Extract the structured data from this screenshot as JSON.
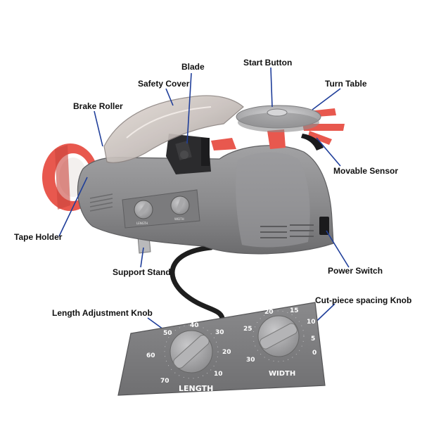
{
  "labels": {
    "blade": "Blade",
    "start_button": "Start Button",
    "safety_cover": "Safety Cover",
    "turn_table": "Turn Table",
    "brake_roller": "Brake Roller",
    "movable_sensor": "Movable Sensor",
    "tape_holder": "Tape Holder",
    "power_switch": "Power Switch",
    "support_stand": "Support Stand",
    "length_knob": "Length Adjustment Knob",
    "cut_spacing_knob": "Cut-piece spacing Knob"
  },
  "panel": {
    "length_caption": "LENGTH",
    "width_caption": "WIDTH",
    "length_ticks": [
      "40",
      "30",
      "50",
      "60",
      "70",
      "20",
      "10"
    ],
    "width_ticks": [
      "20",
      "15",
      "25",
      "10",
      "5",
      "30",
      "0"
    ]
  },
  "machine": {
    "small_length_caption": "LENGTH",
    "small_width_caption": "WIDTH"
  },
  "colors": {
    "body": "#8a8a8c",
    "body_dark": "#5e5e60",
    "tape_red": "#e8584e",
    "leader": "#1f3e9a",
    "panel": "#7b7b7d"
  }
}
